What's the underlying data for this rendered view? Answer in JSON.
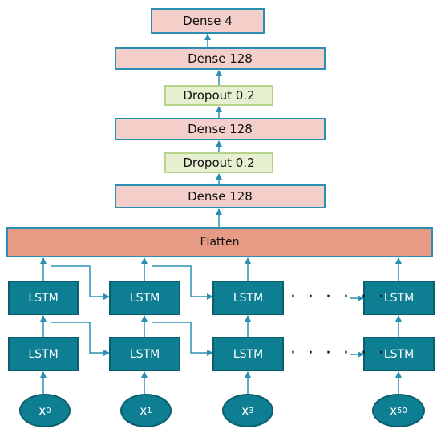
{
  "layers": {
    "dense4": "Dense 4",
    "dense128_top": "Dense 128",
    "dropout_top": "Dropout 0.2",
    "dense128_mid": "Dense 128",
    "dropout_bottom": "Dropout 0.2",
    "dense128_bottom": "Dense 128",
    "flatten": "Flatten"
  },
  "lstm_label": "LSTM",
  "inputs": [
    {
      "base": "x",
      "sub": "0"
    },
    {
      "base": "x",
      "sub": "1"
    },
    {
      "base": "x",
      "sub": "3"
    },
    {
      "base": "x",
      "sub": "50"
    }
  ],
  "ellipsis": "· · · · · ·",
  "colors": {
    "arrow": "#2b8fb3",
    "lstm": "#0e7f93",
    "dense": "#f4cfc9",
    "dropout": "#e6efd0",
    "flatten": "#e79b84"
  }
}
